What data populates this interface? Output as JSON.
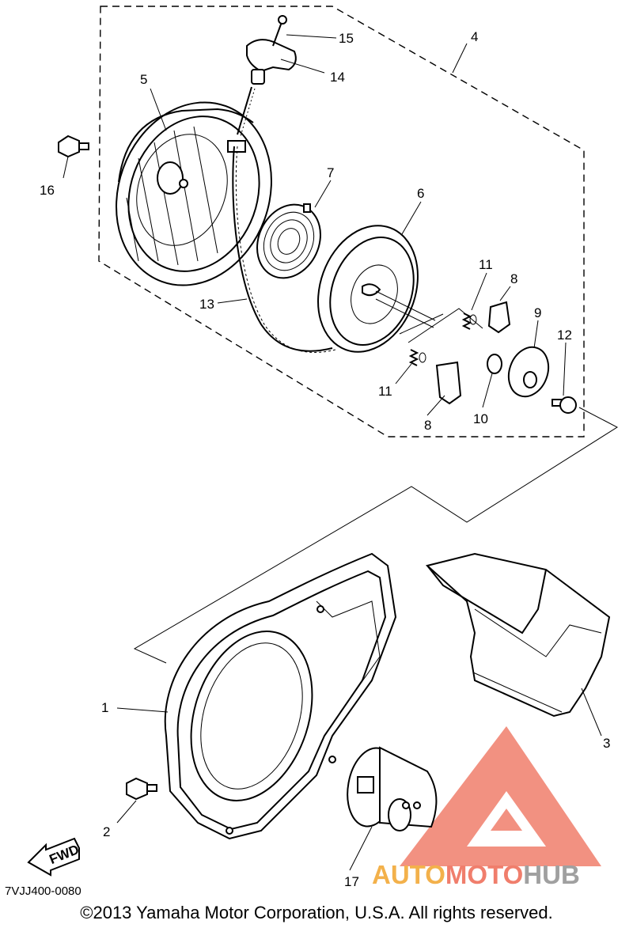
{
  "diagram": {
    "callouts": [
      "1",
      "2",
      "3",
      "4",
      "5",
      "6",
      "7",
      "8",
      "8",
      "9",
      "10",
      "11",
      "11",
      "12",
      "13",
      "14",
      "15",
      "16",
      "17"
    ],
    "direction_marker": "FWD",
    "document_code": "7VJJ400-0080",
    "copyright": "©2013 Yamaha Motor Corporation, U.S.A. All rights reserved."
  },
  "watermark": {
    "text_parts": [
      "AUTO",
      "MOTO",
      "HUB"
    ],
    "colors": {
      "auto": "#f3b14b",
      "moto": "#f07e6c",
      "hub": "#a0a0a0",
      "logo": "#f06e5c"
    }
  }
}
